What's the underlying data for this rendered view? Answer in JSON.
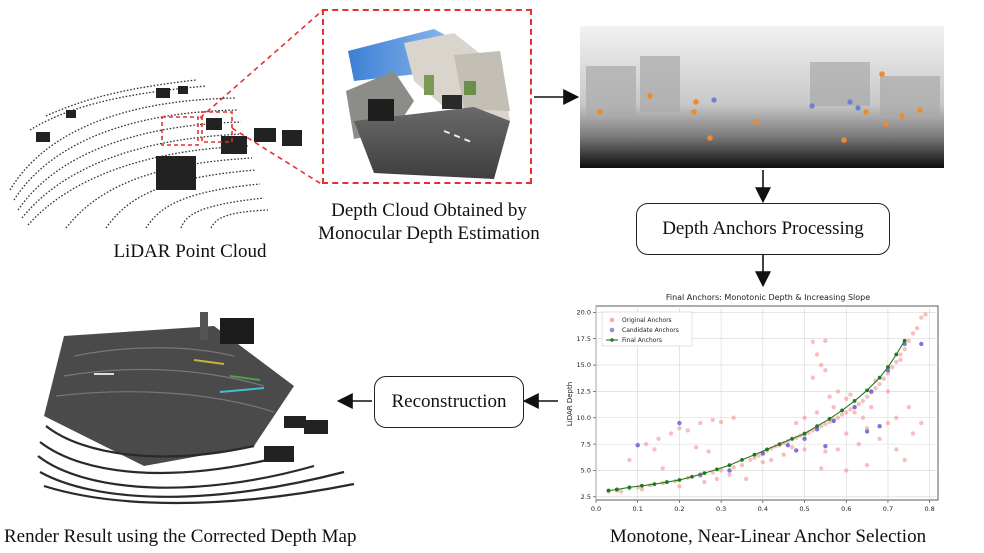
{
  "captions": {
    "lidar": "LiDAR Point Cloud",
    "depth_cloud_l1": "Depth Cloud Obtained by",
    "depth_cloud_l2": "Monocular Depth Estimation",
    "render": "Render Result using the Corrected Depth Map",
    "anchor_selection": "Monotone, Near-Linear Anchor Selection"
  },
  "process_boxes": {
    "depth_anchors": "Depth Anchors Processing",
    "reconstruction": "Reconstruction"
  },
  "colors": {
    "dashed_highlight": "#e53030",
    "arrow": "#111111"
  },
  "chart_data": {
    "type": "scatter",
    "title": "Final Anchors: Monotonic Depth & Increasing Slope",
    "xlabel": "",
    "ylabel": "LiDAR Depth",
    "xlim": [
      0.0,
      0.82
    ],
    "ylim": [
      2.2,
      20.6
    ],
    "xticks": [
      0.0,
      0.1,
      0.2,
      0.3,
      0.4,
      0.5,
      0.6,
      0.7,
      0.8
    ],
    "yticks": [
      2.5,
      5.0,
      7.5,
      10.0,
      12.5,
      15.0,
      17.5,
      20.0
    ],
    "xtick_labels": [
      "0.0",
      "0.1",
      "0.2",
      "0.3",
      "0.4",
      "0.5",
      "0.6",
      "0.7",
      "0.8"
    ],
    "ytick_labels": [
      "2.5",
      "5.0",
      "7.5",
      "10.0",
      "12.5",
      "15.0",
      "17.5",
      "20.0"
    ],
    "grid": true,
    "legend_position": "top-left",
    "series": [
      {
        "name": "Original Anchors",
        "color": "#f28b8b",
        "kind": "scatter",
        "points": [
          [
            0.03,
            3.0
          ],
          [
            0.05,
            3.1
          ],
          [
            0.08,
            3.3
          ],
          [
            0.1,
            3.4
          ],
          [
            0.13,
            3.6
          ],
          [
            0.16,
            3.8
          ],
          [
            0.19,
            4.0
          ],
          [
            0.22,
            4.3
          ],
          [
            0.25,
            4.5
          ],
          [
            0.28,
            4.8
          ],
          [
            0.3,
            5.0
          ],
          [
            0.33,
            5.3
          ],
          [
            0.35,
            5.5
          ],
          [
            0.37,
            6.0
          ],
          [
            0.39,
            6.4
          ],
          [
            0.41,
            6.9
          ],
          [
            0.43,
            7.3
          ],
          [
            0.45,
            7.6
          ],
          [
            0.47,
            8.0
          ],
          [
            0.49,
            8.3
          ],
          [
            0.51,
            8.6
          ],
          [
            0.53,
            9.0
          ],
          [
            0.55,
            9.4
          ],
          [
            0.57,
            9.8
          ],
          [
            0.59,
            10.3
          ],
          [
            0.61,
            10.8
          ],
          [
            0.63,
            11.3
          ],
          [
            0.65,
            12.0
          ],
          [
            0.67,
            12.8
          ],
          [
            0.69,
            13.7
          ],
          [
            0.71,
            14.8
          ],
          [
            0.73,
            16.0
          ],
          [
            0.75,
            17.3
          ],
          [
            0.77,
            18.5
          ],
          [
            0.78,
            19.5
          ],
          [
            0.79,
            19.8
          ],
          [
            0.76,
            18.0
          ],
          [
            0.74,
            16.5
          ],
          [
            0.72,
            15.3
          ],
          [
            0.7,
            14.2
          ],
          [
            0.68,
            13.2
          ],
          [
            0.66,
            12.4
          ],
          [
            0.64,
            11.6
          ],
          [
            0.62,
            11.0
          ],
          [
            0.6,
            10.5
          ],
          [
            0.58,
            10.0
          ],
          [
            0.56,
            9.6
          ],
          [
            0.54,
            9.2
          ],
          [
            0.52,
            8.8
          ],
          [
            0.5,
            8.4
          ],
          [
            0.48,
            8.1
          ],
          [
            0.46,
            7.8
          ],
          [
            0.44,
            7.4
          ],
          [
            0.42,
            7.1
          ],
          [
            0.4,
            6.7
          ],
          [
            0.38,
            6.2
          ],
          [
            0.12,
            7.5
          ],
          [
            0.15,
            8.0
          ],
          [
            0.18,
            8.5
          ],
          [
            0.2,
            9.0
          ],
          [
            0.22,
            8.8
          ],
          [
            0.25,
            9.5
          ],
          [
            0.28,
            9.8
          ],
          [
            0.3,
            9.6
          ],
          [
            0.33,
            10.0
          ],
          [
            0.24,
            7.2
          ],
          [
            0.27,
            6.8
          ],
          [
            0.14,
            7.0
          ],
          [
            0.08,
            6.0
          ],
          [
            0.16,
            5.2
          ],
          [
            0.52,
            17.2
          ],
          [
            0.53,
            16.0
          ],
          [
            0.54,
            15.0
          ],
          [
            0.55,
            14.5
          ],
          [
            0.52,
            13.8
          ],
          [
            0.55,
            17.3
          ],
          [
            0.6,
            8.5
          ],
          [
            0.65,
            9.0
          ],
          [
            0.7,
            9.5
          ],
          [
            0.72,
            10.0
          ],
          [
            0.75,
            11.0
          ],
          [
            0.68,
            8.0
          ],
          [
            0.63,
            7.5
          ],
          [
            0.58,
            7.0
          ],
          [
            0.55,
            6.8
          ],
          [
            0.5,
            7.0
          ],
          [
            0.47,
            7.2
          ],
          [
            0.45,
            6.5
          ],
          [
            0.42,
            6.0
          ],
          [
            0.4,
            5.8
          ],
          [
            0.56,
            12.0
          ],
          [
            0.58,
            12.5
          ],
          [
            0.6,
            11.8
          ],
          [
            0.62,
            10.5
          ],
          [
            0.64,
            10.0
          ],
          [
            0.66,
            11.0
          ],
          [
            0.7,
            12.5
          ],
          [
            0.78,
            9.5
          ],
          [
            0.76,
            8.5
          ],
          [
            0.72,
            7.0
          ],
          [
            0.74,
            6.0
          ],
          [
            0.65,
            5.5
          ],
          [
            0.6,
            5.0
          ],
          [
            0.54,
            5.2
          ],
          [
            0.36,
            4.2
          ],
          [
            0.32,
            4.6
          ],
          [
            0.29,
            4.2
          ],
          [
            0.26,
            3.9
          ],
          [
            0.2,
            3.5
          ],
          [
            0.11,
            3.2
          ],
          [
            0.06,
            3.0
          ],
          [
            0.48,
            9.5
          ],
          [
            0.5,
            10.0
          ],
          [
            0.53,
            10.5
          ],
          [
            0.57,
            11.0
          ],
          [
            0.61,
            12.2
          ],
          [
            0.67,
            13.5
          ],
          [
            0.73,
            15.5
          ]
        ]
      },
      {
        "name": "Candidate Anchors",
        "color": "#6b5cd6",
        "kind": "scatter",
        "points": [
          [
            0.1,
            7.4
          ],
          [
            0.2,
            9.5
          ],
          [
            0.25,
            4.6
          ],
          [
            0.32,
            5.0
          ],
          [
            0.4,
            6.6
          ],
          [
            0.46,
            7.4
          ],
          [
            0.5,
            8.0
          ],
          [
            0.53,
            8.9
          ],
          [
            0.57,
            9.7
          ],
          [
            0.62,
            11.0
          ],
          [
            0.66,
            12.5
          ],
          [
            0.7,
            14.5
          ],
          [
            0.74,
            17.0
          ],
          [
            0.78,
            17.0
          ],
          [
            0.65,
            8.7
          ],
          [
            0.68,
            9.2
          ],
          [
            0.55,
            7.3
          ],
          [
            0.48,
            6.9
          ]
        ]
      },
      {
        "name": "Final Anchors",
        "color": "#1f7a1f",
        "kind": "line",
        "points": [
          [
            0.03,
            3.1
          ],
          [
            0.05,
            3.2
          ],
          [
            0.08,
            3.4
          ],
          [
            0.11,
            3.55
          ],
          [
            0.14,
            3.7
          ],
          [
            0.17,
            3.9
          ],
          [
            0.2,
            4.1
          ],
          [
            0.23,
            4.4
          ],
          [
            0.26,
            4.75
          ],
          [
            0.29,
            5.1
          ],
          [
            0.32,
            5.5
          ],
          [
            0.35,
            6.0
          ],
          [
            0.38,
            6.5
          ],
          [
            0.41,
            7.0
          ],
          [
            0.44,
            7.5
          ],
          [
            0.47,
            8.0
          ],
          [
            0.5,
            8.5
          ],
          [
            0.53,
            9.2
          ],
          [
            0.56,
            9.9
          ],
          [
            0.59,
            10.7
          ],
          [
            0.62,
            11.6
          ],
          [
            0.65,
            12.6
          ],
          [
            0.68,
            13.8
          ],
          [
            0.7,
            14.8
          ],
          [
            0.72,
            16.0
          ],
          [
            0.74,
            17.3
          ]
        ]
      }
    ]
  }
}
